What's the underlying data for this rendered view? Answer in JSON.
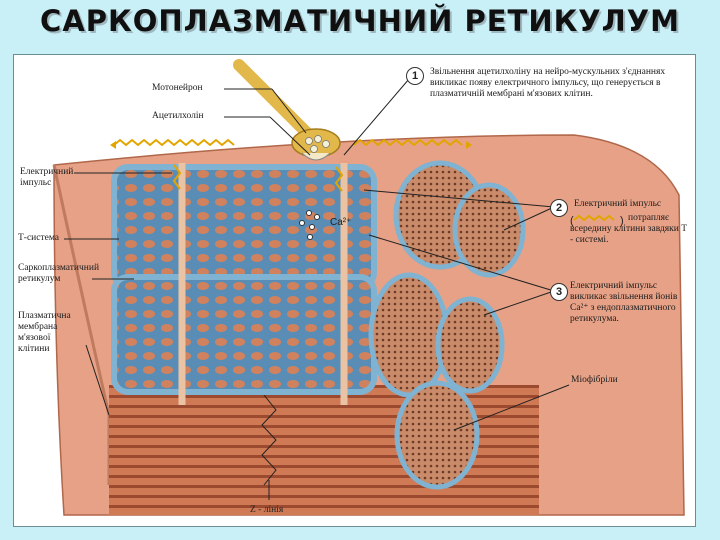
{
  "title": "САРКОПЛАЗМАТИЧНИЙ РЕТИКУЛУМ",
  "labels": {
    "motoneuron": "Мотонейрон",
    "acetylcholine": "Ацетилхолін",
    "electric_impulse": "Електричний імпульс",
    "t_system": "Т-система",
    "sarcoplasmic_reticulum": "Саркоплазматичний ретикулум",
    "plasma_membrane": "Плазматична мембрана м'язової клітини",
    "ca": "Ca²⁺",
    "z_line": "Z - лінія",
    "myofibrils": "Міофібріли"
  },
  "steps": [
    {
      "number": "1",
      "text": "Звільнення ацетилхоліну на нейро-мускульних з'єднаннях викликає появу електричного імпульсу, що генерується в плазматичній мембрані м'язових клітин."
    },
    {
      "number": "2",
      "text_before": "Електричний імпульс",
      "text_after": "потрапляє всередину клітини завдяки Т - системі."
    },
    {
      "number": "3",
      "text": "Електричний імпульс викликає звільнення йонів Ca²⁺ з ендоплазматичного ретикулума."
    }
  ],
  "colors": {
    "background": "#c9f0f6",
    "reticulum": "#8fc3dc",
    "muscle": "#d9896a",
    "nerve": "#e2b84a"
  }
}
